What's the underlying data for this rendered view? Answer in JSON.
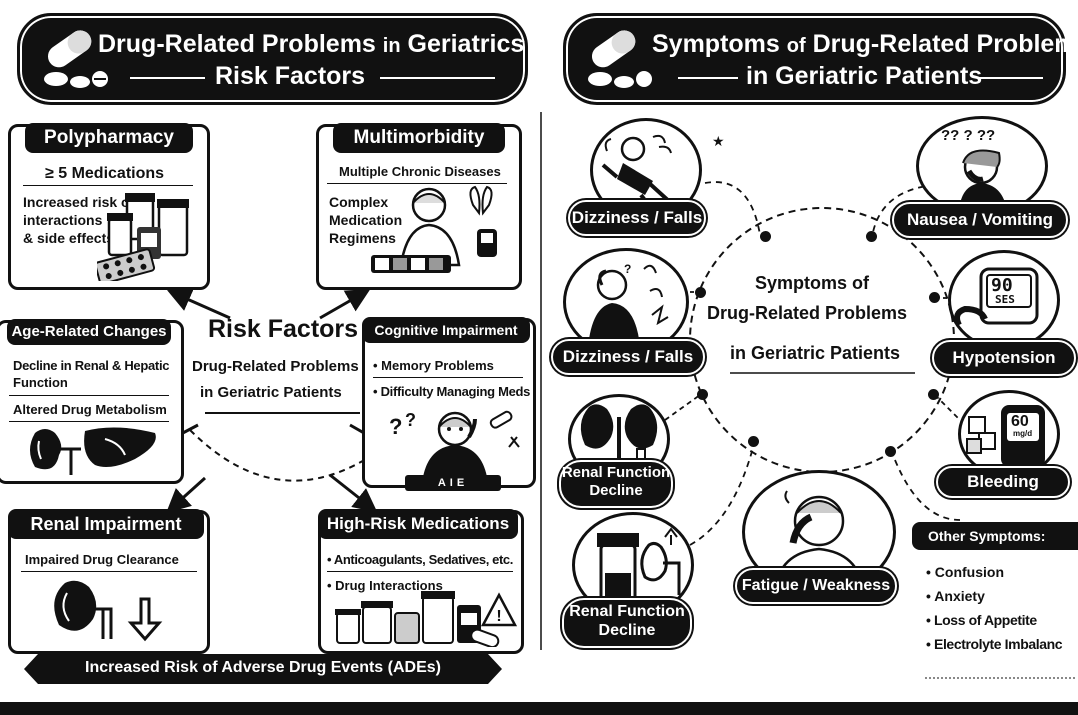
{
  "left": {
    "banner": {
      "line1_a": "Drug-Related Problems",
      "line1_b": "in",
      "line1_c": "Geriatrics",
      "line2": "Risk Factors"
    },
    "center": {
      "title": "Risk Factors",
      "sub1": "Drug-Related Problems",
      "sub2": "in Geriatric Patients"
    },
    "polypharmacy": {
      "title": "Polypharmacy",
      "count": "≥ 5 Medications",
      "l1": "Increased risk of",
      "l2": "interactions",
      "l3": "& side effects"
    },
    "multimorbidity": {
      "title": "Multimorbidity",
      "sub": "Multiple Chronic Diseases",
      "l1": "Complex",
      "l2": "Medication",
      "l3": "Regimens"
    },
    "age": {
      "title": "Age-Related Changes",
      "l1": "Decline in Renal & Hepatic",
      "l2": "Function",
      "l3": "Altered Drug Metabolism"
    },
    "cognitive": {
      "title": "Cognitive Impairment",
      "b1": "Memory Problems",
      "b2": "Difficulty Managing Meds",
      "q": "?",
      "q2": "?"
    },
    "renal": {
      "title": "Renal Impairment",
      "sub": "Impaired Drug Clearance"
    },
    "highrisk": {
      "title": "High-Risk Medications",
      "b1": "Anticoagulants, Sedatives, etc.",
      "b2": "Drug Interactions"
    },
    "pillbox": "AIE",
    "footer": "Increased Risk of Adverse Drug Events (ADEs)"
  },
  "right": {
    "banner": {
      "line1_a": "Symptoms",
      "line1_b": "of",
      "line1_c": "Drug-Related Problems",
      "line2": "in Geriatric Patients"
    },
    "center": {
      "l1": "Symptoms of",
      "l2": "Drug-Related Problems",
      "l3": "in Geriatric Patients"
    },
    "labels": {
      "dizzy1": "Dizziness / Falls",
      "nausea": "Nausea / Vomiting",
      "dizzy2": "Dizziness / Falls",
      "hypo": "Hypotension",
      "renal1a": "Renal Function",
      "renal1b": "Decline",
      "bleeding": "Bleeding",
      "fatigue": "Fatigue / Weakness",
      "renal2a": "Renal Function",
      "renal2b": "Decline"
    },
    "bp_display": {
      "top": "90",
      "bottom": "SES"
    },
    "glucose_display": {
      "value": "60",
      "unit": "mg/d"
    },
    "nausea_marks": "?? ? ??",
    "other": {
      "title": "Other Symptoms:",
      "items": [
        "Confusion",
        "Anxiety",
        "Loss of Appetite",
        "Electrolyte Imbalanc"
      ]
    }
  },
  "colors": {
    "ink": "#111111",
    "paper": "#ffffff"
  }
}
